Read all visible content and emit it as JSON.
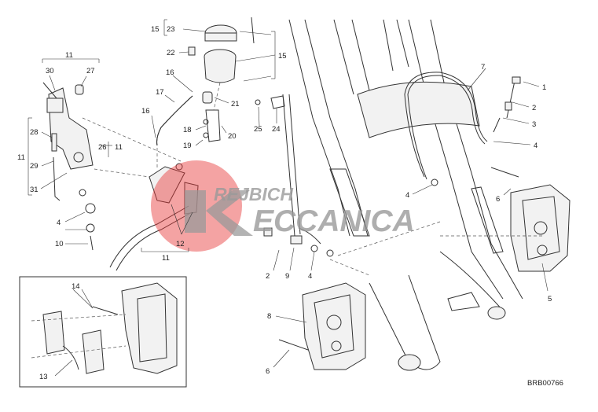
{
  "diagram": {
    "code": "BRB00766",
    "watermark": {
      "line1": "REJBICH",
      "line2": "ECCANICA",
      "accent": "#e63333",
      "grey": "#9a9a9a"
    },
    "callouts": [
      "1",
      "2",
      "3",
      "4",
      "5",
      "6",
      "7",
      "8",
      "9",
      "10",
      "11",
      "12",
      "13",
      "14",
      "15",
      "16",
      "17",
      "18",
      "19",
      "20",
      "21",
      "22",
      "23",
      "24",
      "25",
      "26",
      "27",
      "28",
      "29",
      "30",
      "31"
    ]
  }
}
